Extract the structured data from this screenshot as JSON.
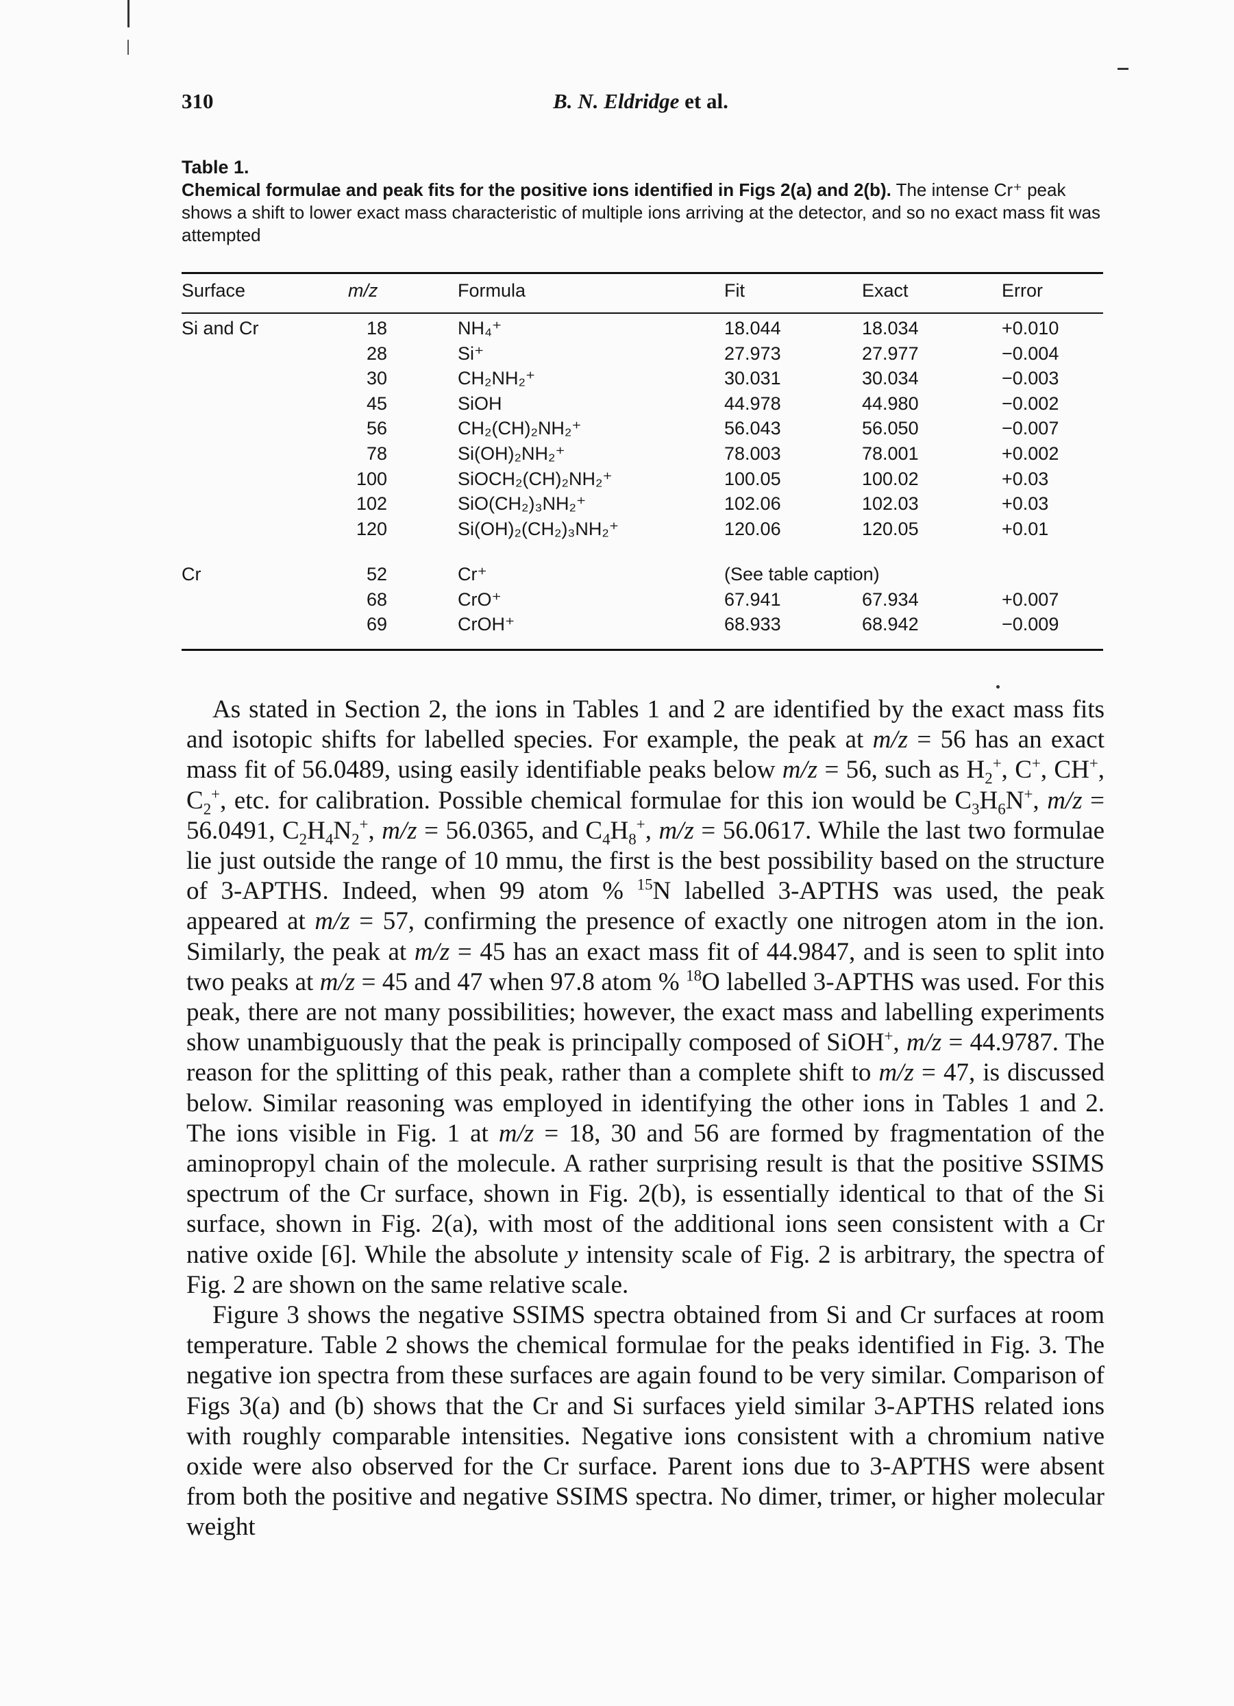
{
  "header": {
    "page_number": "310",
    "running_head_authors": "B. N. Eldridge",
    "running_head_etal": "et al."
  },
  "table": {
    "label": "Table 1.",
    "caption_lead": "Chemical formulae and peak fits for the positive ions identified in Figs 2(a) and 2(b).",
    "caption_rest": "The intense Cr⁺ peak shows a shift to lower exact mass characteristic of multiple ions arriving at the detector, and so no exact mass fit was attempted",
    "columns": [
      "Surface",
      "m/z",
      "Formula",
      "Fit",
      "Exact",
      "Error"
    ],
    "groups": [
      {
        "surface": "Si and Cr",
        "rows": [
          {
            "mz": "18",
            "formula": "NH₄⁺",
            "fit": "18.044",
            "exact": "18.034",
            "error": "+0.010"
          },
          {
            "mz": "28",
            "formula": "Si⁺",
            "fit": "27.973",
            "exact": "27.977",
            "error": "−0.004"
          },
          {
            "mz": "30",
            "formula": "CH₂NH₂⁺",
            "fit": "30.031",
            "exact": "30.034",
            "error": "−0.003"
          },
          {
            "mz": "45",
            "formula": "SiOH",
            "fit": "44.978",
            "exact": "44.980",
            "error": "−0.002"
          },
          {
            "mz": "56",
            "formula": "CH₂(CH)₂NH₂⁺",
            "fit": "56.043",
            "exact": "56.050",
            "error": "−0.007"
          },
          {
            "mz": "78",
            "formula": "Si(OH)₂NH₂⁺",
            "fit": "78.003",
            "exact": "78.001",
            "error": "+0.002"
          },
          {
            "mz": "100",
            "formula": "SiOCH₂(CH)₂NH₂⁺",
            "fit": "100.05",
            "exact": "100.02",
            "error": "+0.03"
          },
          {
            "mz": "102",
            "formula": "SiO(CH₂)₃NH₂⁺",
            "fit": "102.06",
            "exact": "102.03",
            "error": "+0.03"
          },
          {
            "mz": "120",
            "formula": "Si(OH)₂(CH₂)₃NH₂⁺",
            "fit": "120.06",
            "exact": "120.05",
            "error": "+0.01"
          }
        ]
      },
      {
        "surface": "Cr",
        "rows": [
          {
            "mz": "52",
            "formula": "Cr⁺",
            "note": "(See table caption)"
          },
          {
            "mz": "68",
            "formula": "CrO⁺",
            "fit": "67.941",
            "exact": "67.934",
            "error": "+0.007"
          },
          {
            "mz": "69",
            "formula": "CrOH⁺",
            "fit": "68.933",
            "exact": "68.942",
            "error": "−0.009"
          }
        ]
      }
    ]
  }
}
